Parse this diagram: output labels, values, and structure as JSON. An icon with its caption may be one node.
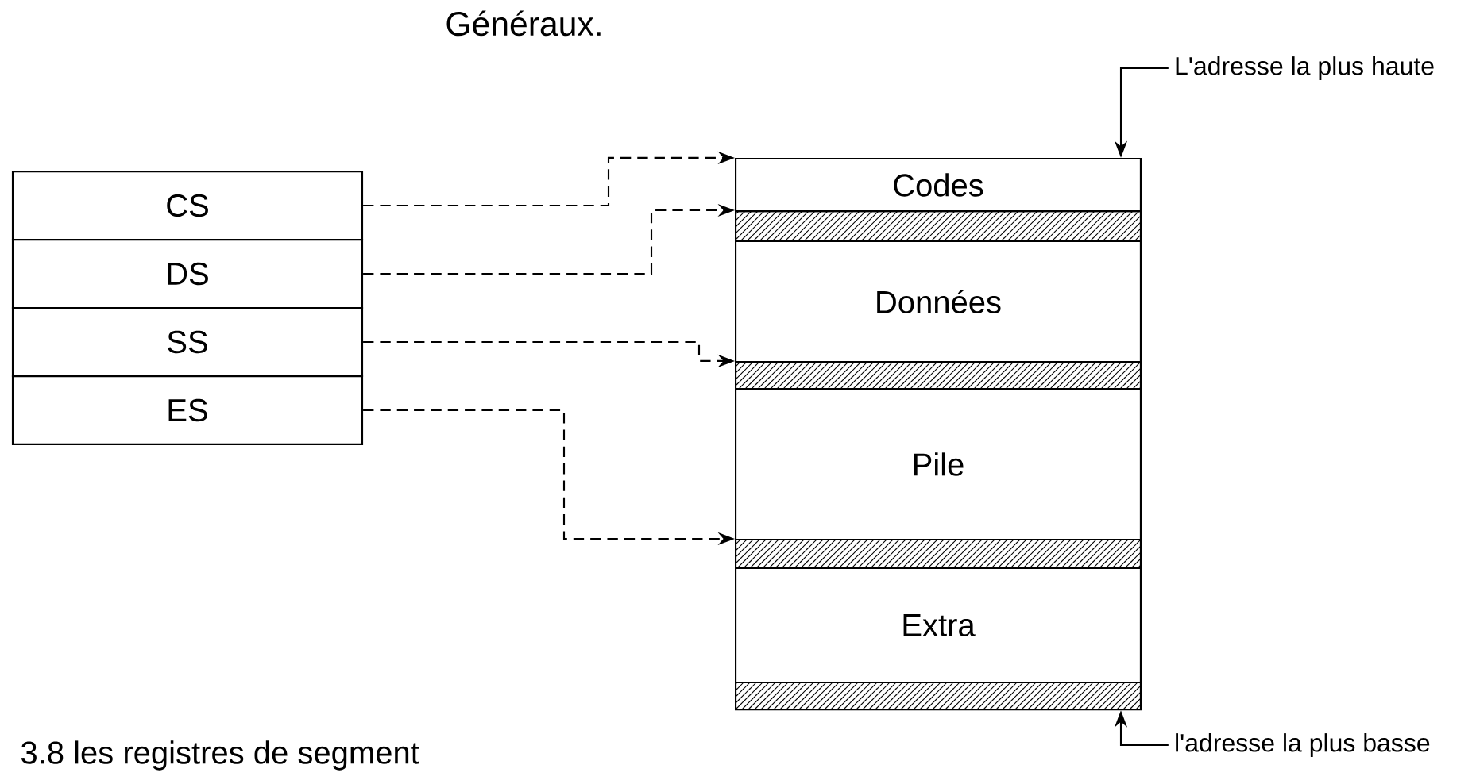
{
  "diagram": {
    "caption": "3.8 les registres de segment",
    "nodes": [
      {
        "text": [
          "CS"
        ]
      },
      {
        "text": [
          "DS"
        ]
      },
      {
        "text": [
          "SS"
        ]
      },
      {
        "text": [
          "ES"
        ]
      },
      {
        "text": [
          "Codes"
        ]
      },
      {
        "text": [
          "Données"
        ]
      },
      {
        "text": [
          "Pile"
        ]
      },
      {
        "text": [
          "Extra"
        ]
      },
      {
        "text": [],
        "shape": "bar"
      },
      {
        "text": [],
        "shape": "bar"
      },
      {
        "text": [],
        "shape": "bar"
      },
      {
        "text": [],
        "shape": "bar"
      },
      {
        "text": [
          "L'adresse la plus haute"
        ]
      },
      {
        "text": [
          "l'adresse la plus basse"
        ]
      }
    ],
    "edges": [
      {
        "from": 0,
        "to": 4,
        "arrow": "to",
        "style": "dashed"
      },
      {
        "from": 1,
        "to": 8,
        "arrow": "to",
        "style": "dashed"
      },
      {
        "from": 2,
        "to": 9,
        "arrow": "to",
        "style": "dashed"
      },
      {
        "from": 3,
        "to": 10,
        "arrow": "to",
        "style": "dashed"
      },
      {
        "from": 12,
        "to": 4,
        "arrow": "to"
      },
      {
        "from": 13,
        "to": 11,
        "arrow": "to"
      }
    ],
    "labels": [
      "Généraux."
    ]
  }
}
